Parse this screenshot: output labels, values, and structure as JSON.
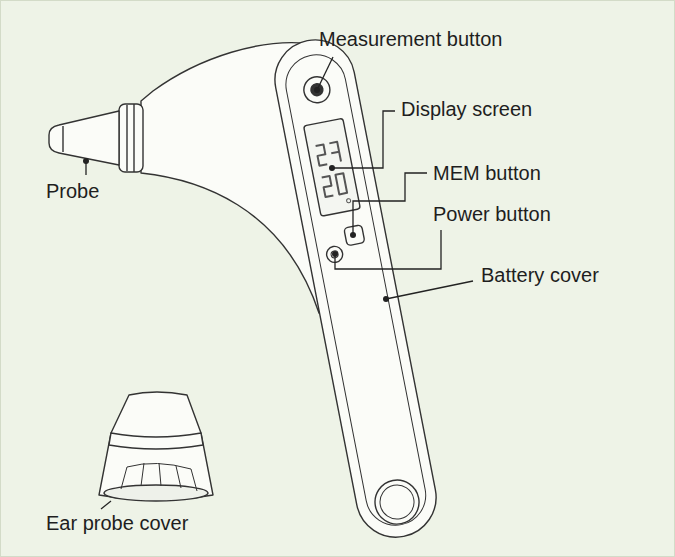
{
  "diagram": {
    "labels": [
      "Measurement button",
      "Display screen",
      "MEM button",
      "Power button",
      "Battery cover",
      "Probe",
      "Ear probe cover"
    ]
  }
}
